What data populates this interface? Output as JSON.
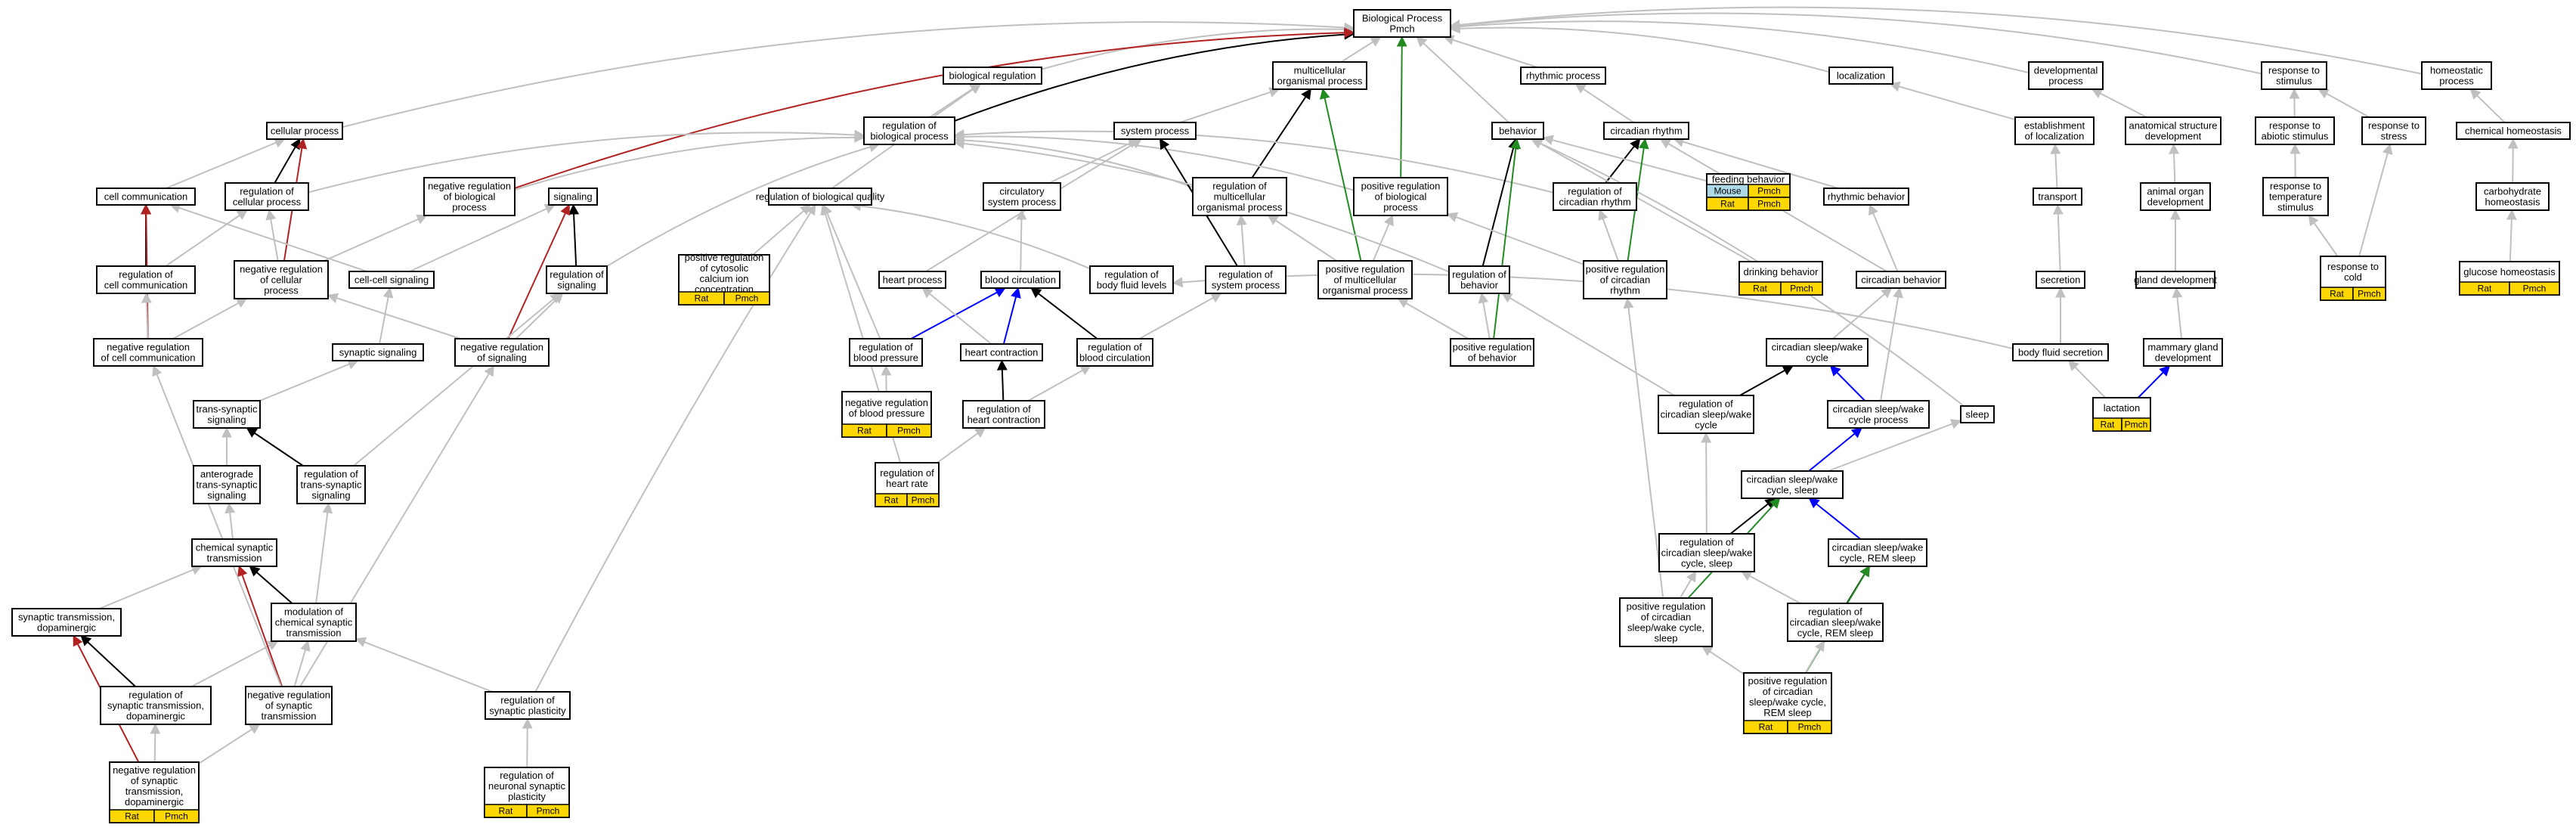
{
  "colors": {
    "is_a": "#c0c0c0",
    "regulates": "#000000",
    "negatively_regulates": "#b22222",
    "positively_regulates": "#228b22",
    "part_of": "#0000ff",
    "rat": "#FFD700",
    "mouse": "#ADD8E6"
  },
  "nodes": {
    "bp": [
      "Biological Process",
      "Pmch"
    ],
    "cellproc": [
      "cellular process"
    ],
    "bioreg": [
      "biological regulation"
    ],
    "multi": [
      "multicellular",
      "organismal process"
    ],
    "rhythmic": [
      "rhythmic process"
    ],
    "localiz": [
      "localization"
    ],
    "devproc": [
      "developmental",
      "process"
    ],
    "resp_stim": [
      "response to",
      "stimulus"
    ],
    "homeo": [
      "homeostatic",
      "process"
    ],
    "regbio": [
      "regulation of",
      "biological process"
    ],
    "sysproc": [
      "system process"
    ],
    "behavior": [
      "behavior"
    ],
    "circrhythm": [
      "circadian rhythm"
    ],
    "estloc": [
      "establishment",
      "of localization"
    ],
    "anatdev": [
      "anatomical structure",
      "development"
    ],
    "resp_abio": [
      "response to",
      "abiotic stimulus"
    ],
    "resp_stress": [
      "response to",
      "stress"
    ],
    "chemhomeo": [
      "chemical homeostasis"
    ],
    "cellcomm": [
      "cell communication"
    ],
    "regcell": [
      "regulation of",
      "cellular process"
    ],
    "negregbio": [
      "negative regulation",
      "of biological",
      "process"
    ],
    "signaling": [
      "signaling"
    ],
    "regbioqual": [
      "regulation of biological quality"
    ],
    "circsys": [
      "circulatory",
      "system process"
    ],
    "regmulti": [
      "regulation of",
      "multicellular",
      "organismal process"
    ],
    "posregbio": [
      "positive regulation",
      "of biological",
      "process"
    ],
    "regcirc": [
      "regulation of",
      "circadian rhythm"
    ],
    "feeding": [
      "feeding behavior"
    ],
    "rhythbeh": [
      "rhythmic behavior"
    ],
    "transport": [
      "transport"
    ],
    "animorgan": [
      "animal organ",
      "development"
    ],
    "resp_temp": [
      "response to",
      "temperature",
      "stimulus"
    ],
    "carbhomeo": [
      "carbohydrate",
      "homeostasis"
    ],
    "regcellcomm": [
      "regulation of",
      "cell communication"
    ],
    "negregcell": [
      "negative regulation",
      "of cellular",
      "process"
    ],
    "cellcellsig": [
      "cell-cell signaling"
    ],
    "regsig": [
      "regulation of",
      "signaling"
    ],
    "posregcyto": [
      "positive regulation",
      "of cytosolic",
      "calcium ion",
      "concentration"
    ],
    "heartproc": [
      "heart process"
    ],
    "bloodcirc": [
      "blood circulation"
    ],
    "regbodyfluid": [
      "regulation of",
      "body fluid levels"
    ],
    "regsys": [
      "regulation of",
      "system process"
    ],
    "posregmulti": [
      "positive regulation",
      "of multicellular",
      "organismal process"
    ],
    "regbeh": [
      "regulation of",
      "behavior"
    ],
    "posregcirc": [
      "positive regulation",
      "of circadian",
      "rhythm"
    ],
    "drinking": [
      "drinking behavior"
    ],
    "circbeh": [
      "circadian behavior"
    ],
    "secretion": [
      "secretion"
    ],
    "glanddev": [
      "gland development"
    ],
    "resp_cold": [
      "response to",
      "cold"
    ],
    "glucosehomeo": [
      "glucose homeostasis"
    ],
    "synsig": [
      "synaptic signaling"
    ],
    "negregcellcomm": [
      "negative regulation",
      "of cell communication"
    ],
    "negregsig": [
      "negative regulation",
      "of signaling"
    ],
    "regbp": [
      "regulation of",
      "blood pressure"
    ],
    "heartcontr": [
      "heart contraction"
    ],
    "regbloodcirc": [
      "regulation of",
      "blood circulation"
    ],
    "posregbeh": [
      "positive regulation",
      "of behavior"
    ],
    "circsw": [
      "circadian sleep/wake",
      "cycle"
    ],
    "bodyfluidsec": [
      "body fluid secretion"
    ],
    "mammary": [
      "mammary gland",
      "development"
    ],
    "transsyn": [
      "trans-synaptic",
      "signaling"
    ],
    "negregbp": [
      "negative regulation",
      "of blood pressure"
    ],
    "regheartcontr": [
      "regulation of",
      "heart contraction"
    ],
    "regcircsw": [
      "regulation of",
      "circadian sleep/wake",
      "cycle"
    ],
    "circswproc": [
      "circadian sleep/wake",
      "cycle process"
    ],
    "sleep": [
      "sleep"
    ],
    "lactation": [
      "lactation"
    ],
    "antero": [
      "anterograde",
      "trans-synaptic",
      "signaling"
    ],
    "regtranssyn": [
      "regulation of",
      "trans-synaptic",
      "signaling"
    ],
    "regheartrate": [
      "regulation of",
      "heart rate"
    ],
    "circswsleep": [
      "circadian sleep/wake",
      "cycle, sleep"
    ],
    "chemsyn": [
      "chemical synaptic",
      "transmission"
    ],
    "regcircswsleep": [
      "regulation of",
      "circadian sleep/wake",
      "cycle, sleep"
    ],
    "circswrem": [
      "circadian sleep/wake",
      "cycle, REM sleep"
    ],
    "syndopa": [
      "synaptic transmission,",
      "dopaminergic"
    ],
    "modchemsyn": [
      "modulation of",
      "chemical synaptic",
      "transmission"
    ],
    "posregcircswsleep": [
      "positive regulation",
      "of circadian",
      "sleep/wake cycle,",
      "sleep"
    ],
    "regcircswrem": [
      "regulation of",
      "circadian sleep/wake",
      "cycle, REM sleep"
    ],
    "regsyndopa": [
      "regulation of",
      "synaptic transmission,",
      "dopaminergic"
    ],
    "negregsyntrans": [
      "negative regulation",
      "of synaptic",
      "transmission"
    ],
    "regsynplast": [
      "regulation of",
      "synaptic plasticity"
    ],
    "posregcircswrem": [
      "positive regulation",
      "of circadian",
      "sleep/wake cycle,",
      "REM sleep"
    ],
    "negregsyndopa": [
      "negative regulation",
      "of synaptic",
      "transmission,",
      "dopaminergic"
    ],
    "regneurosynplast": [
      "regulation of",
      "neuronal synaptic",
      "plasticity"
    ]
  },
  "annotations": {
    "posregcyto": [
      "Rat",
      "Pmch"
    ],
    "feeding_top": [
      "Mouse",
      "Pmch"
    ],
    "feeding_bottom": [
      "Rat",
      "Pmch"
    ],
    "drinking": [
      "Rat",
      "Pmch"
    ],
    "resp_cold": [
      "Rat",
      "Pmch"
    ],
    "glucosehomeo": [
      "Rat",
      "Pmch"
    ],
    "negregbp": [
      "Rat",
      "Pmch"
    ],
    "regheartrate": [
      "Rat",
      "Pmch"
    ],
    "lactation": [
      "Rat",
      "Pmch"
    ],
    "posregcircswrem": [
      "Rat",
      "Pmch"
    ],
    "negregsyndopa": [
      "Rat",
      "Pmch"
    ],
    "regneurosynplast": [
      "Rat",
      "Pmch"
    ]
  },
  "edges": [
    [
      "cellproc",
      "bp",
      "is_a"
    ],
    [
      "bioreg",
      "bp",
      "is_a"
    ],
    [
      "multi",
      "bp",
      "is_a"
    ],
    [
      "rhythmic",
      "bp",
      "is_a"
    ],
    [
      "localiz",
      "bp",
      "is_a"
    ],
    [
      "devproc",
      "bp",
      "is_a"
    ],
    [
      "resp_stim",
      "bp",
      "is_a"
    ],
    [
      "homeo",
      "bp",
      "is_a"
    ],
    [
      "behavior",
      "bp",
      "is_a"
    ],
    [
      "regbio",
      "bp",
      "regulates"
    ],
    [
      "negregbio",
      "bp",
      "negatively_regulates"
    ],
    [
      "posregbio",
      "bp",
      "positively_regulates"
    ],
    [
      "regbio",
      "bioreg",
      "is_a"
    ],
    [
      "sysproc",
      "multi",
      "is_a"
    ],
    [
      "circrhythm",
      "rhythmic",
      "is_a"
    ],
    [
      "estloc",
      "localiz",
      "is_a"
    ],
    [
      "anatdev",
      "devproc",
      "is_a"
    ],
    [
      "resp_abio",
      "resp_stim",
      "is_a"
    ],
    [
      "resp_stress",
      "resp_stim",
      "is_a"
    ],
    [
      "chemhomeo",
      "homeo",
      "is_a"
    ],
    [
      "cellcomm",
      "cellproc",
      "is_a"
    ],
    [
      "regcell",
      "cellproc",
      "regulates"
    ],
    [
      "regcell",
      "regbio",
      "is_a"
    ],
    [
      "negregbio",
      "regbio",
      "is_a"
    ],
    [
      "regbioqual",
      "bioreg",
      "is_a"
    ],
    [
      "circsys",
      "sysproc",
      "is_a"
    ],
    [
      "regmulti",
      "multi",
      "regulates"
    ],
    [
      "regmulti",
      "regbio",
      "is_a"
    ],
    [
      "posregbio",
      "regbio",
      "is_a"
    ],
    [
      "regcirc",
      "circrhythm",
      "regulates"
    ],
    [
      "regcirc",
      "regbio",
      "is_a"
    ],
    [
      "feeding",
      "behavior",
      "is_a"
    ],
    [
      "rhythbeh",
      "circrhythm",
      "is_a"
    ],
    [
      "transport",
      "estloc",
      "is_a"
    ],
    [
      "animorgan",
      "anatdev",
      "is_a"
    ],
    [
      "resp_temp",
      "resp_abio",
      "is_a"
    ],
    [
      "carbhomeo",
      "chemhomeo",
      "is_a"
    ],
    [
      "regcellcomm",
      "cellcomm",
      "regulates"
    ],
    [
      "regcellcomm",
      "regcell",
      "is_a"
    ],
    [
      "negregcell",
      "cellproc",
      "negatively_regulates"
    ],
    [
      "negregcell",
      "regcell",
      "is_a"
    ],
    [
      "negregcell",
      "negregbio",
      "is_a"
    ],
    [
      "cellcellsig",
      "cellcomm",
      "is_a"
    ],
    [
      "cellcellsig",
      "signaling",
      "is_a"
    ],
    [
      "regsig",
      "signaling",
      "regulates"
    ],
    [
      "regsig",
      "regbio",
      "is_a"
    ],
    [
      "posregcyto",
      "regbioqual",
      "is_a"
    ],
    [
      "heartproc",
      "sysproc",
      "is_a"
    ],
    [
      "bloodcirc",
      "circsys",
      "is_a"
    ],
    [
      "regbodyfluid",
      "regbioqual",
      "is_a"
    ],
    [
      "regsys",
      "sysproc",
      "regulates"
    ],
    [
      "regsys",
      "regmulti",
      "is_a"
    ],
    [
      "posregmulti",
      "multi",
      "positively_regulates"
    ],
    [
      "posregmulti",
      "regmulti",
      "is_a"
    ],
    [
      "posregmulti",
      "posregbio",
      "is_a"
    ],
    [
      "regbeh",
      "behavior",
      "regulates"
    ],
    [
      "regbeh",
      "regbio",
      "is_a"
    ],
    [
      "posregcirc",
      "circrhythm",
      "positively_regulates"
    ],
    [
      "posregcirc",
      "regcirc",
      "is_a"
    ],
    [
      "posregcirc",
      "posregbio",
      "is_a"
    ],
    [
      "drinking",
      "behavior",
      "is_a"
    ],
    [
      "circbeh",
      "rhythbeh",
      "is_a"
    ],
    [
      "circbeh",
      "circrhythm",
      "is_a"
    ],
    [
      "secretion",
      "transport",
      "is_a"
    ],
    [
      "glanddev",
      "animorgan",
      "is_a"
    ],
    [
      "resp_cold",
      "resp_temp",
      "is_a"
    ],
    [
      "resp_cold",
      "resp_stress",
      "is_a"
    ],
    [
      "glucosehomeo",
      "carbhomeo",
      "is_a"
    ],
    [
      "synsig",
      "cellcellsig",
      "is_a"
    ],
    [
      "negregcellcomm",
      "cellcomm",
      "negatively_regulates"
    ],
    [
      "negregcellcomm",
      "regcellcomm",
      "is_a"
    ],
    [
      "negregcellcomm",
      "negregcell",
      "is_a"
    ],
    [
      "negregsig",
      "signaling",
      "negatively_regulates"
    ],
    [
      "negregsig",
      "regsig",
      "is_a"
    ],
    [
      "negregsig",
      "negregcell",
      "is_a"
    ],
    [
      "regbp",
      "bloodcirc",
      "part_of"
    ],
    [
      "regbp",
      "regbioqual",
      "is_a"
    ],
    [
      "heartcontr",
      "bloodcirc",
      "part_of"
    ],
    [
      "heartcontr",
      "heartproc",
      "is_a"
    ],
    [
      "regbloodcirc",
      "bloodcirc",
      "regulates"
    ],
    [
      "regbloodcirc",
      "regsys",
      "is_a"
    ],
    [
      "posregbeh",
      "behavior",
      "positively_regulates"
    ],
    [
      "posregbeh",
      "regbeh",
      "is_a"
    ],
    [
      "posregbeh",
      "posregmulti",
      "is_a"
    ],
    [
      "circsw",
      "circbeh",
      "is_a"
    ],
    [
      "bodyfluidsec",
      "secretion",
      "is_a"
    ],
    [
      "bodyfluidsec",
      "regbodyfluid",
      "is_a"
    ],
    [
      "mammary",
      "glanddev",
      "is_a"
    ],
    [
      "transsyn",
      "synsig",
      "is_a"
    ],
    [
      "negregbp",
      "regbp",
      "is_a"
    ],
    [
      "regheartcontr",
      "heartcontr",
      "regulates"
    ],
    [
      "regheartcontr",
      "regbloodcirc",
      "is_a"
    ],
    [
      "regcircsw",
      "circsw",
      "regulates"
    ],
    [
      "regcircsw",
      "regbeh",
      "is_a"
    ],
    [
      "circswproc",
      "circsw",
      "part_of"
    ],
    [
      "circswproc",
      "circbeh",
      "is_a"
    ],
    [
      "sleep",
      "behavior",
      "is_a"
    ],
    [
      "lactation",
      "mammary",
      "part_of"
    ],
    [
      "lactation",
      "bodyfluidsec",
      "is_a"
    ],
    [
      "antero",
      "transsyn",
      "is_a"
    ],
    [
      "regtranssyn",
      "transsyn",
      "regulates"
    ],
    [
      "regtranssyn",
      "regsig",
      "is_a"
    ],
    [
      "regheartrate",
      "regheartcontr",
      "is_a"
    ],
    [
      "regheartrate",
      "regbioqual",
      "is_a"
    ],
    [
      "circswsleep",
      "circswproc",
      "part_of"
    ],
    [
      "circswsleep",
      "sleep",
      "is_a"
    ],
    [
      "chemsyn",
      "antero",
      "is_a"
    ],
    [
      "regcircswsleep",
      "circswsleep",
      "regulates"
    ],
    [
      "regcircswsleep",
      "regcircsw",
      "is_a"
    ],
    [
      "circswrem",
      "circswsleep",
      "part_of"
    ],
    [
      "syndopa",
      "chemsyn",
      "is_a"
    ],
    [
      "modchemsyn",
      "chemsyn",
      "regulates"
    ],
    [
      "modchemsyn",
      "regtranssyn",
      "is_a"
    ],
    [
      "posregcircswsleep",
      "circswsleep",
      "positively_regulates"
    ],
    [
      "posregcircswsleep",
      "regcircswsleep",
      "is_a"
    ],
    [
      "posregcircswsleep",
      "posregcirc",
      "is_a"
    ],
    [
      "regcircswrem",
      "circswrem",
      "regulates"
    ],
    [
      "regcircswrem",
      "regcircswsleep",
      "is_a"
    ],
    [
      "regsyndopa",
      "syndopa",
      "regulates"
    ],
    [
      "regsyndopa",
      "modchemsyn",
      "is_a"
    ],
    [
      "negregsyntrans",
      "chemsyn",
      "negatively_regulates"
    ],
    [
      "negregsyntrans",
      "modchemsyn",
      "is_a"
    ],
    [
      "negregsyntrans",
      "negregcellcomm",
      "is_a"
    ],
    [
      "negregsyntrans",
      "negregsig",
      "is_a"
    ],
    [
      "regsynplast",
      "modchemsyn",
      "is_a"
    ],
    [
      "regsynplast",
      "regbioqual",
      "is_a"
    ],
    [
      "posregcircswrem",
      "circswrem",
      "positively_regulates"
    ],
    [
      "posregcircswrem",
      "regcircswrem",
      "is_a"
    ],
    [
      "posregcircswrem",
      "posregcircswsleep",
      "is_a"
    ],
    [
      "negregsyndopa",
      "syndopa",
      "negatively_regulates"
    ],
    [
      "negregsyndopa",
      "regsyndopa",
      "is_a"
    ],
    [
      "negregsyndopa",
      "negregsyntrans",
      "is_a"
    ],
    [
      "regneurosynplast",
      "regsynplast",
      "is_a"
    ]
  ]
}
